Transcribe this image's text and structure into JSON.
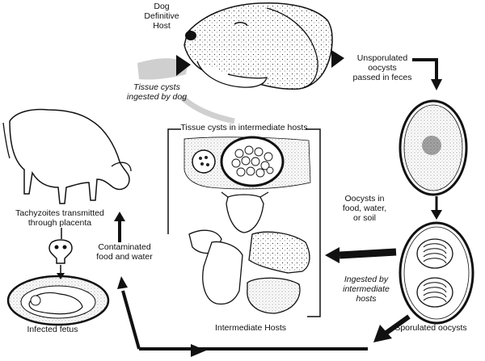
{
  "labels": {
    "dog": [
      "Dog",
      "Definitive",
      "Host"
    ],
    "unsporulated": [
      "Unsporulated",
      "oocysts",
      "passed in feces"
    ],
    "tissue_cysts_ingested": [
      "Tissue cysts",
      "ingested by dog"
    ],
    "tissue_cysts_intermediate": "Tissue cysts in intermediate hosts",
    "oocysts_in": [
      "Oocysts in",
      "food, water,",
      "or soil"
    ],
    "ingested_intermediate": [
      "Ingested by",
      "intermediate",
      "hosts"
    ],
    "sporulated": "Sporulated oocysts",
    "intermediate_hosts": "Intermediate Hosts",
    "contaminated": [
      "Contaminated",
      "food and water"
    ],
    "tachyzoites": [
      "Tachyzoites transmitted",
      "through placenta"
    ],
    "infected_fetus": "Infected fetus"
  }
}
